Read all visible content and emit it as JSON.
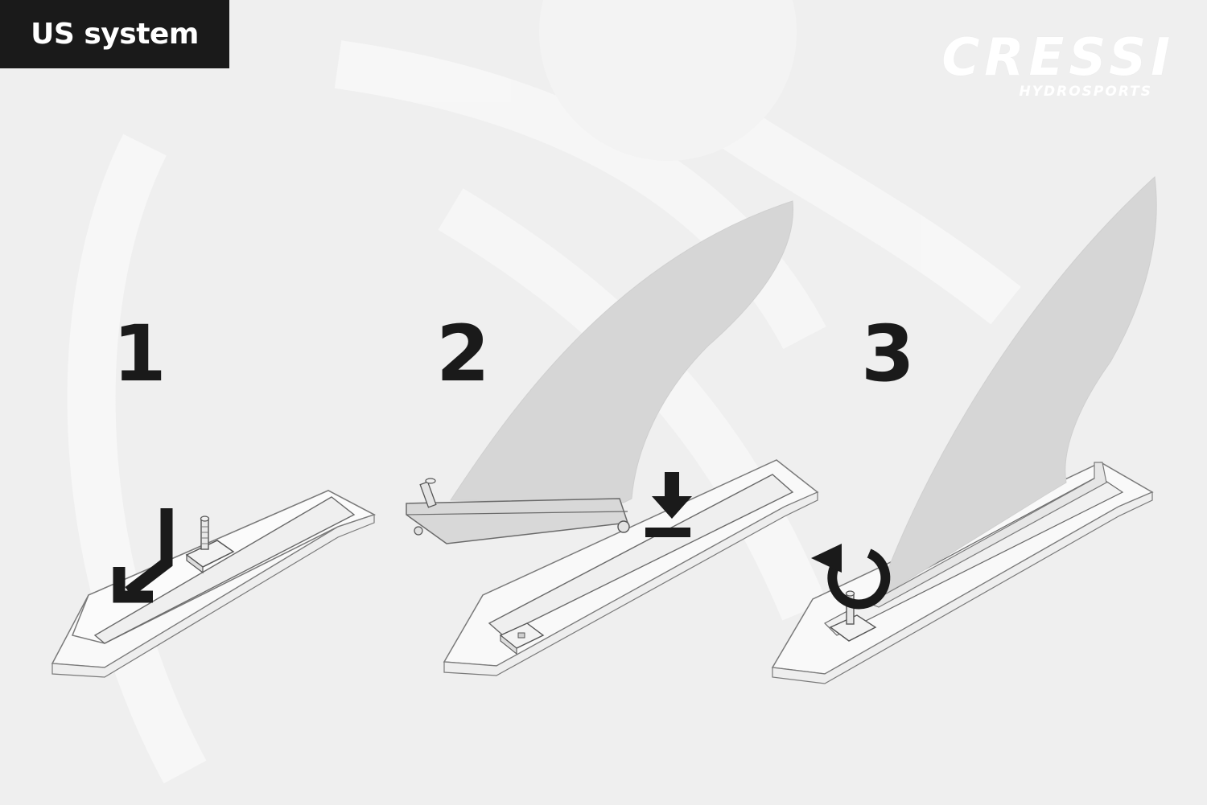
{
  "badge": {
    "label": "US system"
  },
  "brand": {
    "name": "CRESSI",
    "tagline": "HYDROSPORTS"
  },
  "steps": [
    {
      "number": "1",
      "action": "insert-nut"
    },
    {
      "number": "2",
      "action": "insert-fin"
    },
    {
      "number": "3",
      "action": "tighten-screw"
    }
  ],
  "colors": {
    "background": "#efefef",
    "badge_bg": "#1a1a1a",
    "badge_text": "#ffffff",
    "ink": "#1a1a1a",
    "fin": "#d6d6d6",
    "box": "#f8f8f8",
    "watermark": "#f6f6f6"
  },
  "icons": [
    "down-left-arrow-icon",
    "download-arrow-icon",
    "rotate-arrow-icon"
  ]
}
